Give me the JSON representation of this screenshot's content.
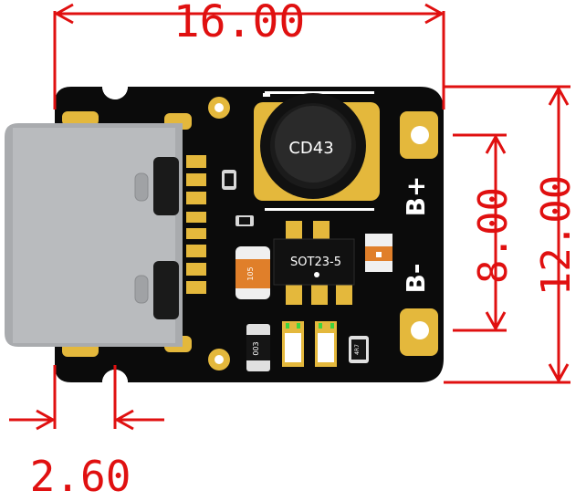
{
  "dimensions": {
    "width_top": "16.00",
    "height_right_outer": "12.00",
    "height_right_inner": "8.00",
    "offset_bottom_left": "2.60"
  },
  "board": {
    "inductor_label": "CD43",
    "ic_label": "SOT23-5",
    "terminal_plus": "B+",
    "terminal_minus": "B-",
    "cap_label": "105",
    "res_label_left": "003",
    "res_label_right": "4R7"
  },
  "colors": {
    "dimension": "#e01010",
    "board": "#0b0b0b",
    "gold": "#e4b83c",
    "silkscreen": "#ffffff",
    "connector": "#a9abae"
  }
}
